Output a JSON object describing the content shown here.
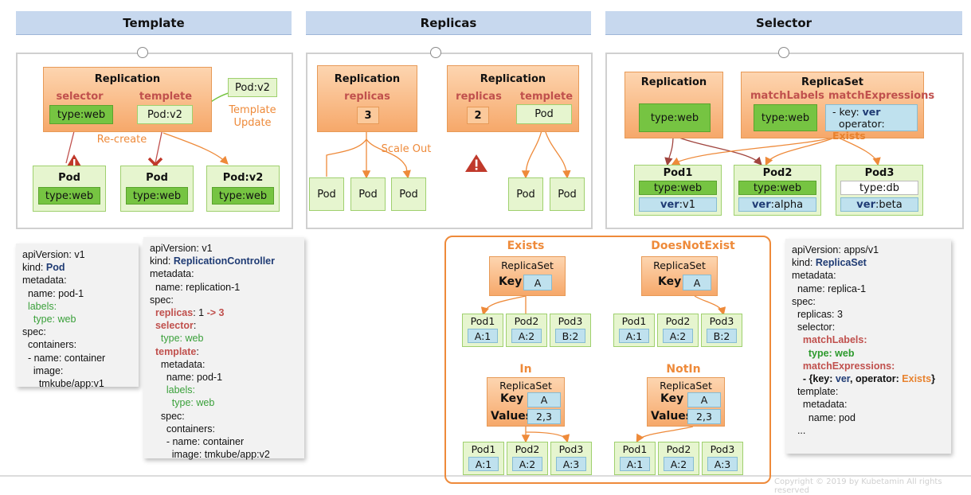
{
  "headers": {
    "template": "Template",
    "replicas": "Replicas",
    "selector": "Selector"
  },
  "template_panel": {
    "replication": "Replication",
    "selector_label": "selector",
    "templete_label": "templete",
    "selector_value": "type:web",
    "templete_value": "Pod:v2",
    "new_pod": "Pod:v2",
    "update_note": "Template\nUpdate",
    "recreate_note": "Re-create",
    "pods": [
      {
        "title": "Pod",
        "label": "type:web"
      },
      {
        "title": "Pod",
        "label": "type:web"
      },
      {
        "title": "Pod:v2",
        "label": "type:web"
      }
    ]
  },
  "replicas_panel": {
    "left": {
      "title": "Replication",
      "label": "replicas",
      "value": "3"
    },
    "right": {
      "title": "Replication",
      "replicas_label": "replicas",
      "templete_label": "templete",
      "value": "2",
      "templete_value": "Pod"
    },
    "scale_out": "Scale Out",
    "pod_label": "Pod"
  },
  "selector_panel": {
    "replication": "Replication",
    "replication_label": "type:web",
    "replicaset": "ReplicaSet",
    "match_labels": "matchLabels",
    "match_expressions": "matchExpressions",
    "match_labels_value": "type:web",
    "expr_line1_prefix": "- key: ",
    "expr_key": "ver",
    "expr_line2_prefix": "operator: ",
    "expr_op": "Exists",
    "pods": [
      {
        "title": "Pod1",
        "type": "type:web",
        "ver_key": "ver",
        "ver_val": ":v1"
      },
      {
        "title": "Pod2",
        "type": "type:web",
        "ver_key": "ver",
        "ver_val": ":alpha"
      },
      {
        "title": "Pod3",
        "type": "type:db",
        "ver_key": "ver",
        "ver_val": ":beta"
      }
    ]
  },
  "code_pod": [
    "apiVersion: v1",
    "kind: ",
    "Pod",
    "metadata:",
    "  name: pod-1",
    "  labels:",
    "    type: web",
    "spec:",
    "  containers:",
    "  - name: container",
    "    image:",
    "      tmkube/app:v1"
  ],
  "code_rc": {
    "l1": "apiVersion: v1",
    "kind": "kind: ",
    "kind_val": "ReplicationController",
    "l3": "metadata:",
    "l4": "  name: replication-1",
    "l5": "spec:",
    "replicas": "replicas",
    "replicas_rest": ": 1 ",
    "replicas_arrow": "-> 3",
    "selector": "selector",
    "colon": ":",
    "type_web": "    type: web",
    "template": "template",
    "m": "    metadata:",
    "n": "      name: pod-1",
    "labels": "      labels:",
    "tw": "        type: web",
    "spec": "    spec:",
    "cont": "      containers:",
    "name": "      - name: container",
    "image": "        image: tmkube/app:v2"
  },
  "code_rs": {
    "l1": "apiVersion: apps/v1",
    "kind": "kind: ",
    "kind_val": "ReplicaSet",
    "l3": "metadata:",
    "l4": "  name: replica-1",
    "l5": "spec:",
    "l6": "  replicas: 3",
    "l7": "  selector:",
    "ml": "matchLabels:",
    "tw": "type: web",
    "me": "matchExpressions:",
    "expr_a": "- {key: ",
    "expr_key": "ver",
    "expr_b": ", operator: ",
    "expr_op": "Exists",
    "expr_c": "}",
    "t": "  template:",
    "m": "    metadata:",
    "n": "      name: pod",
    "dots": "  ..."
  },
  "examples": {
    "exists": {
      "title": "Exists",
      "rs": "ReplicaSet",
      "key": "Key",
      "key_val": "A",
      "pods": [
        {
          "n": "Pod1",
          "v": "A:1"
        },
        {
          "n": "Pod2",
          "v": "A:2"
        },
        {
          "n": "Pod3",
          "v": "B:2"
        }
      ]
    },
    "notexist": {
      "title": "DoesNotExist",
      "rs": "ReplicaSet",
      "key": "Key",
      "key_val": "A",
      "pods": [
        {
          "n": "Pod1",
          "v": "A:1"
        },
        {
          "n": "Pod2",
          "v": "A:2"
        },
        {
          "n": "Pod3",
          "v": "B:2"
        }
      ]
    },
    "in": {
      "title": "In",
      "rs": "ReplicaSet",
      "key": "Key",
      "key_val": "A",
      "values": "Values",
      "values_val": "2,3",
      "pods": [
        {
          "n": "Pod1",
          "v": "A:1"
        },
        {
          "n": "Pod2",
          "v": "A:2"
        },
        {
          "n": "Pod3",
          "v": "A:3"
        }
      ]
    },
    "notin": {
      "title": "NotIn",
      "rs": "ReplicaSet",
      "key": "Key",
      "key_val": "A",
      "values": "Values",
      "values_val": "2,3",
      "pods": [
        {
          "n": "Pod1",
          "v": "A:1"
        },
        {
          "n": "Pod2",
          "v": "A:2"
        },
        {
          "n": "Pod3",
          "v": "A:3"
        }
      ]
    }
  },
  "copyright": "Copyright © 2019 by Kubetamin All rights reserved",
  "colors": {
    "orange": "#f6a86a",
    "green": "#76c442",
    "blue": "#bfe1ee",
    "header": "#c7d8ee",
    "accent": "#ee8a3a"
  }
}
